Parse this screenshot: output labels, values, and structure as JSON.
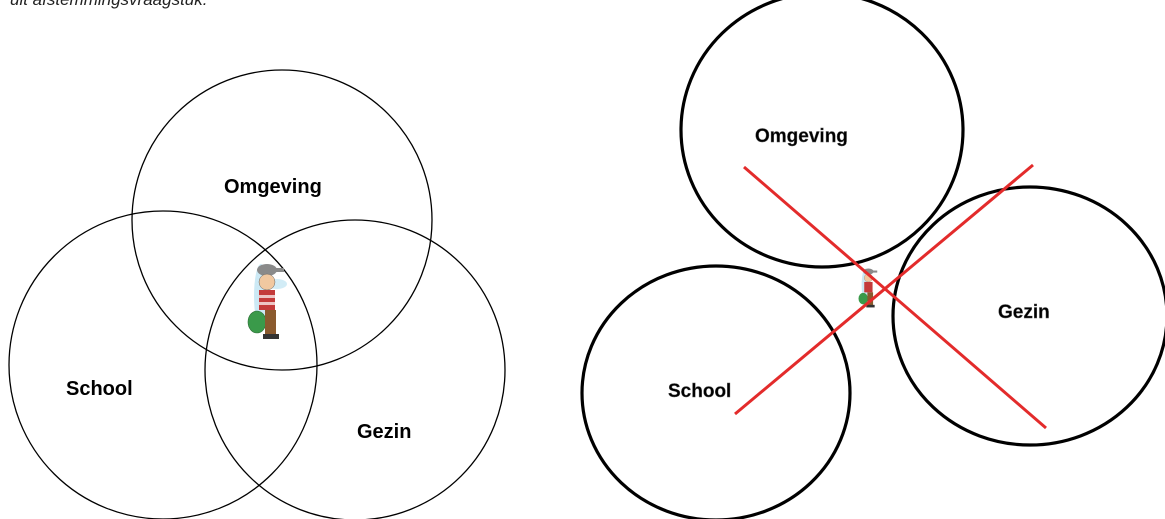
{
  "top_text": "uit afstemmingsvraagstuk.",
  "left_diagram": {
    "circles": [
      {
        "label": "Omgeving"
      },
      {
        "label": "School"
      },
      {
        "label": "Gezin"
      }
    ],
    "center_figure": "child-with-backpack-icon"
  },
  "right_diagram": {
    "circles": [
      {
        "label": "Omgeving"
      },
      {
        "label": "Gezin"
      },
      {
        "label": "School"
      }
    ],
    "center_figure": "child-with-backpack-icon",
    "cross_color": "#e32b2b"
  }
}
